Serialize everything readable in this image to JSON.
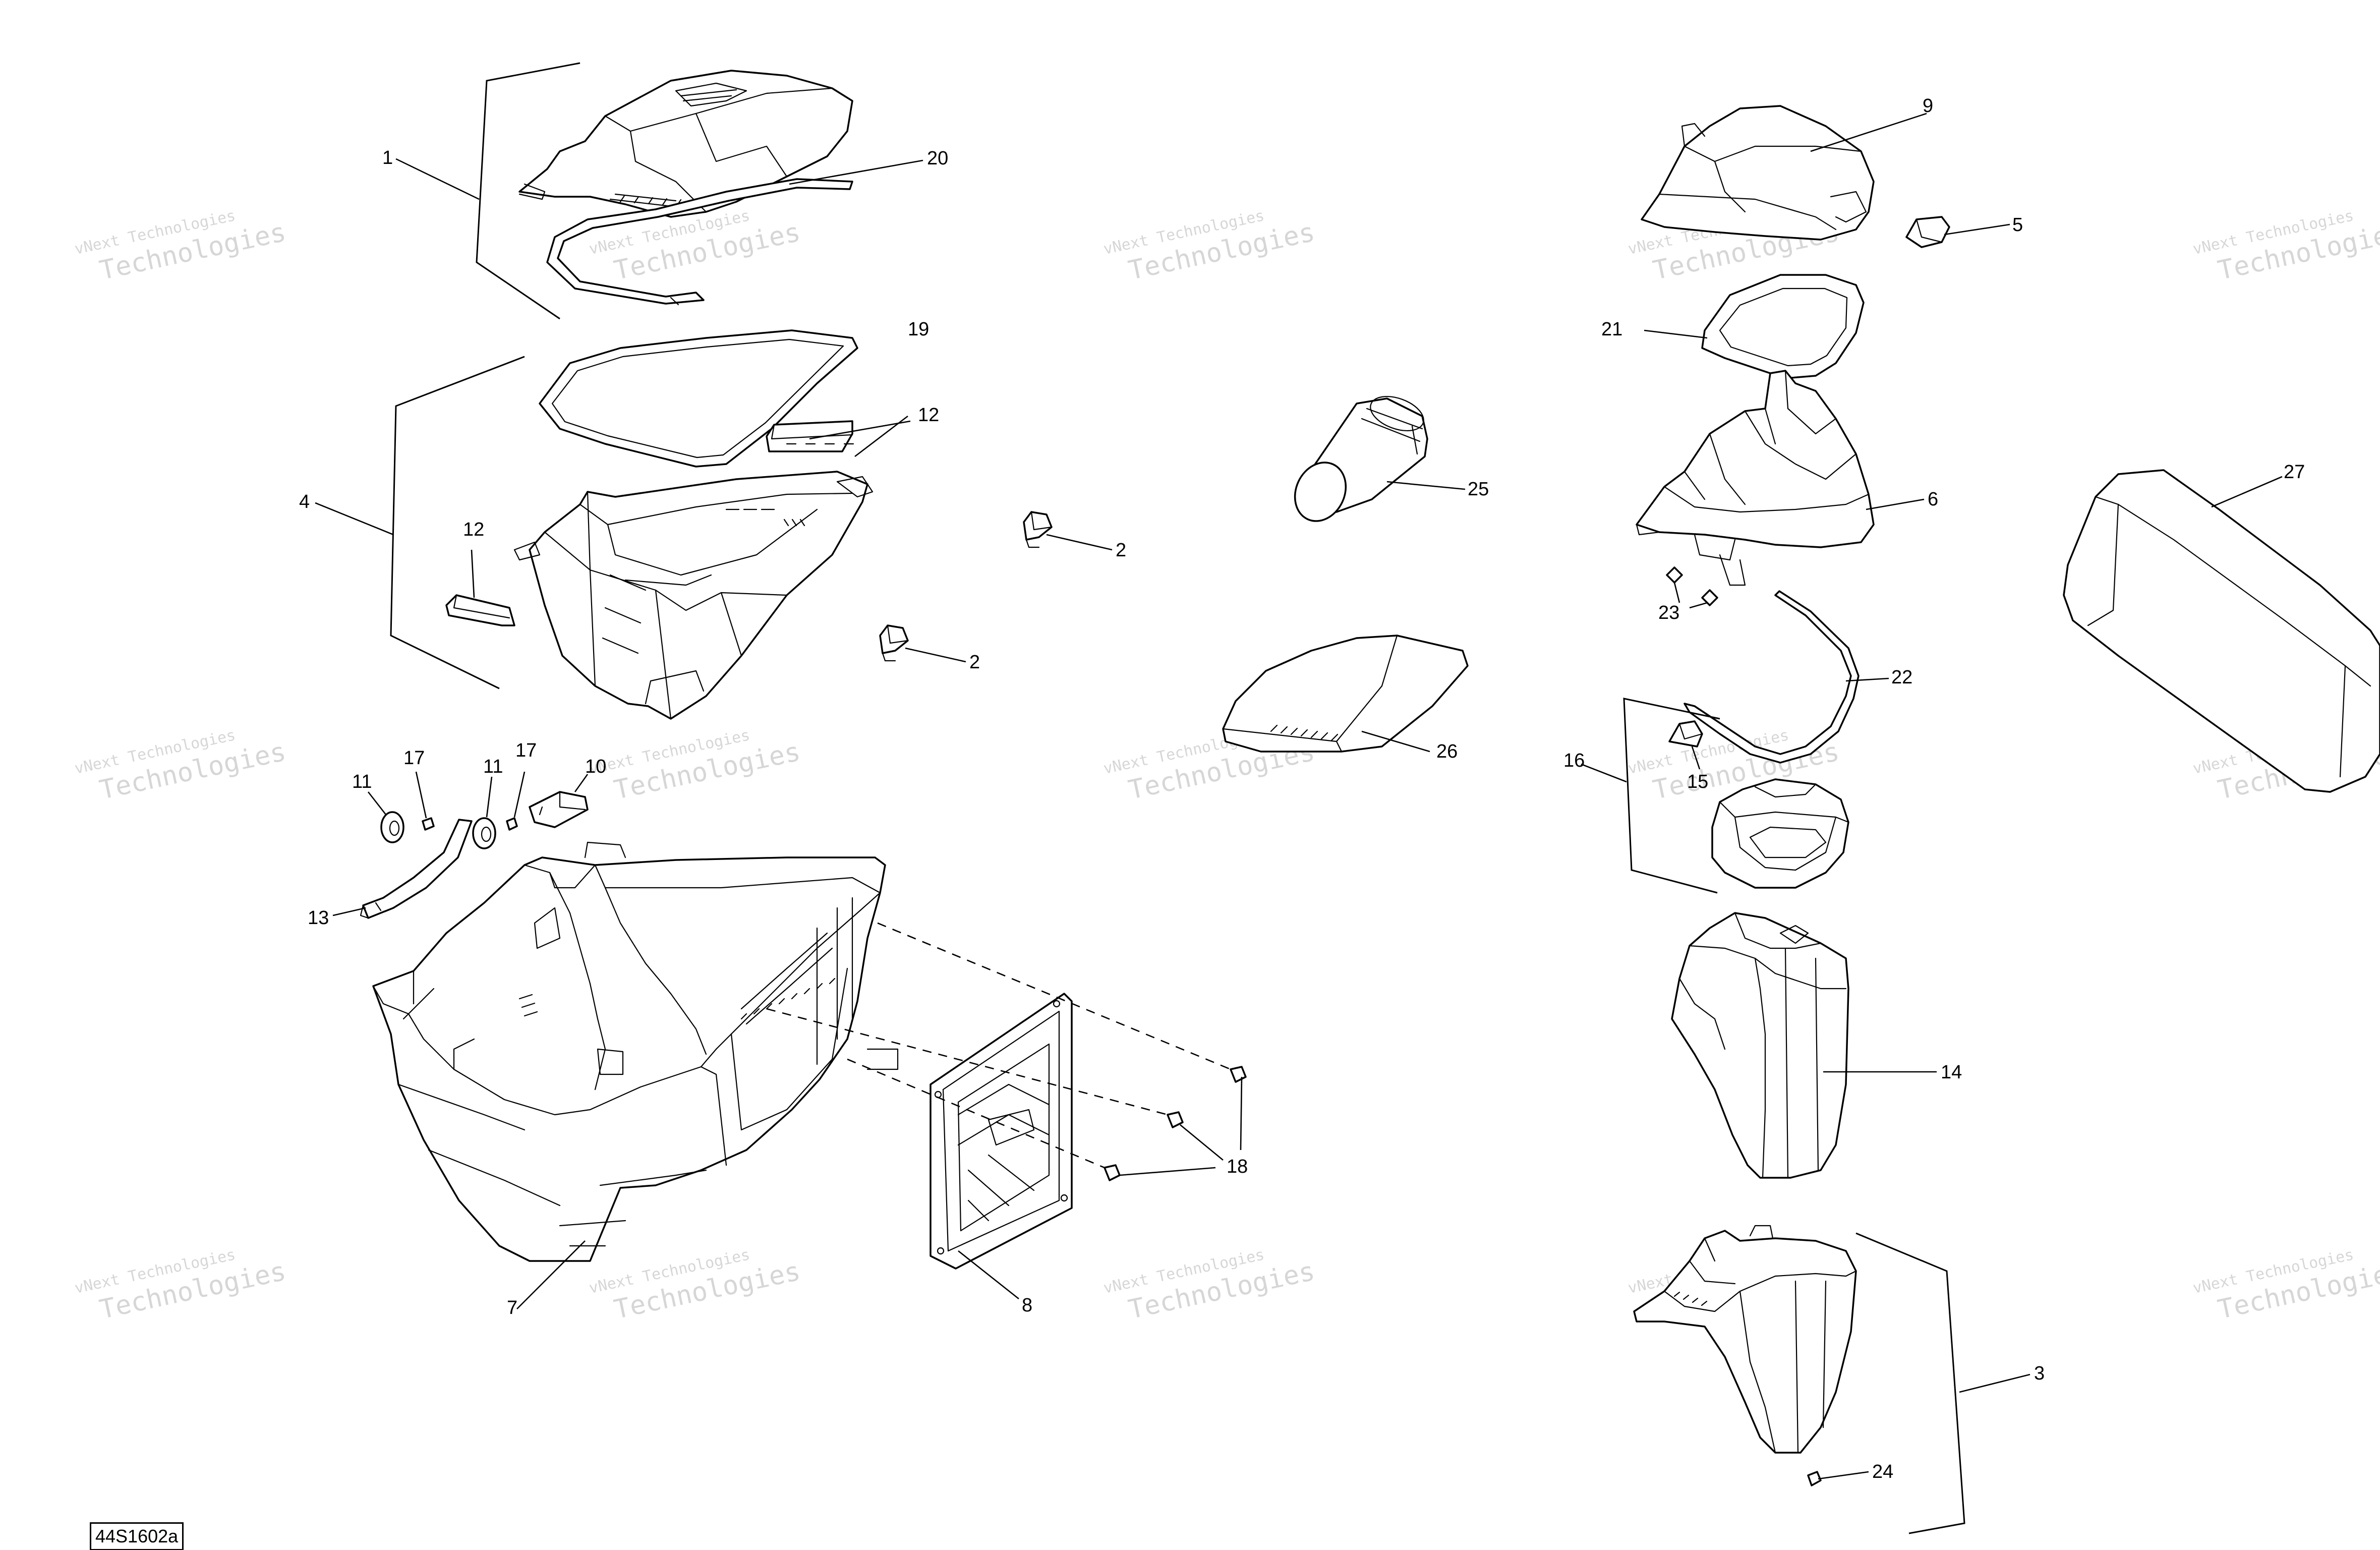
{
  "figure_ref": "44S1602a",
  "watermark": {
    "line1": "vNext Technologies",
    "line2": "Technologies"
  },
  "callouts": {
    "c1": "1",
    "c2a": "2",
    "c2b": "2",
    "c3": "3",
    "c4": "4",
    "c5": "5",
    "c6": "6",
    "c7": "7",
    "c8": "8",
    "c9": "9",
    "c10": "10",
    "c11a": "11",
    "c11b": "11",
    "c12a": "12",
    "c12b": "12",
    "c13": "13",
    "c14": "14",
    "c15": "15",
    "c16": "16",
    "c17a": "17",
    "c17b": "17",
    "c18": "18",
    "c19": "19",
    "c20": "20",
    "c21": "21",
    "c22": "22",
    "c23": "23",
    "c24": "24",
    "c25": "25",
    "c26": "26",
    "c27": "27"
  }
}
